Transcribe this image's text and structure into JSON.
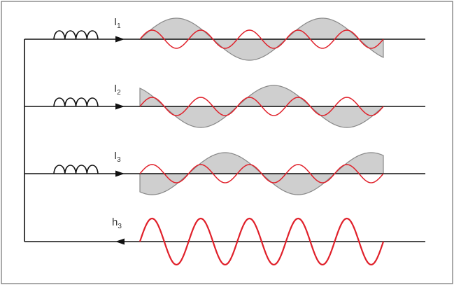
{
  "labels": {
    "i1": {
      "main": "I",
      "sub": "1"
    },
    "i2": {
      "main": "I",
      "sub": "2"
    },
    "i3": {
      "main": "I",
      "sub": "3"
    },
    "h3": {
      "main": "h",
      "sub": "3"
    }
  },
  "colors": {
    "frame": "#555555",
    "wire": "#111111",
    "harmonic": "#e0202a",
    "fundamental_stroke": "#888888",
    "fundamental_fill": "#cfcfcf"
  }
}
